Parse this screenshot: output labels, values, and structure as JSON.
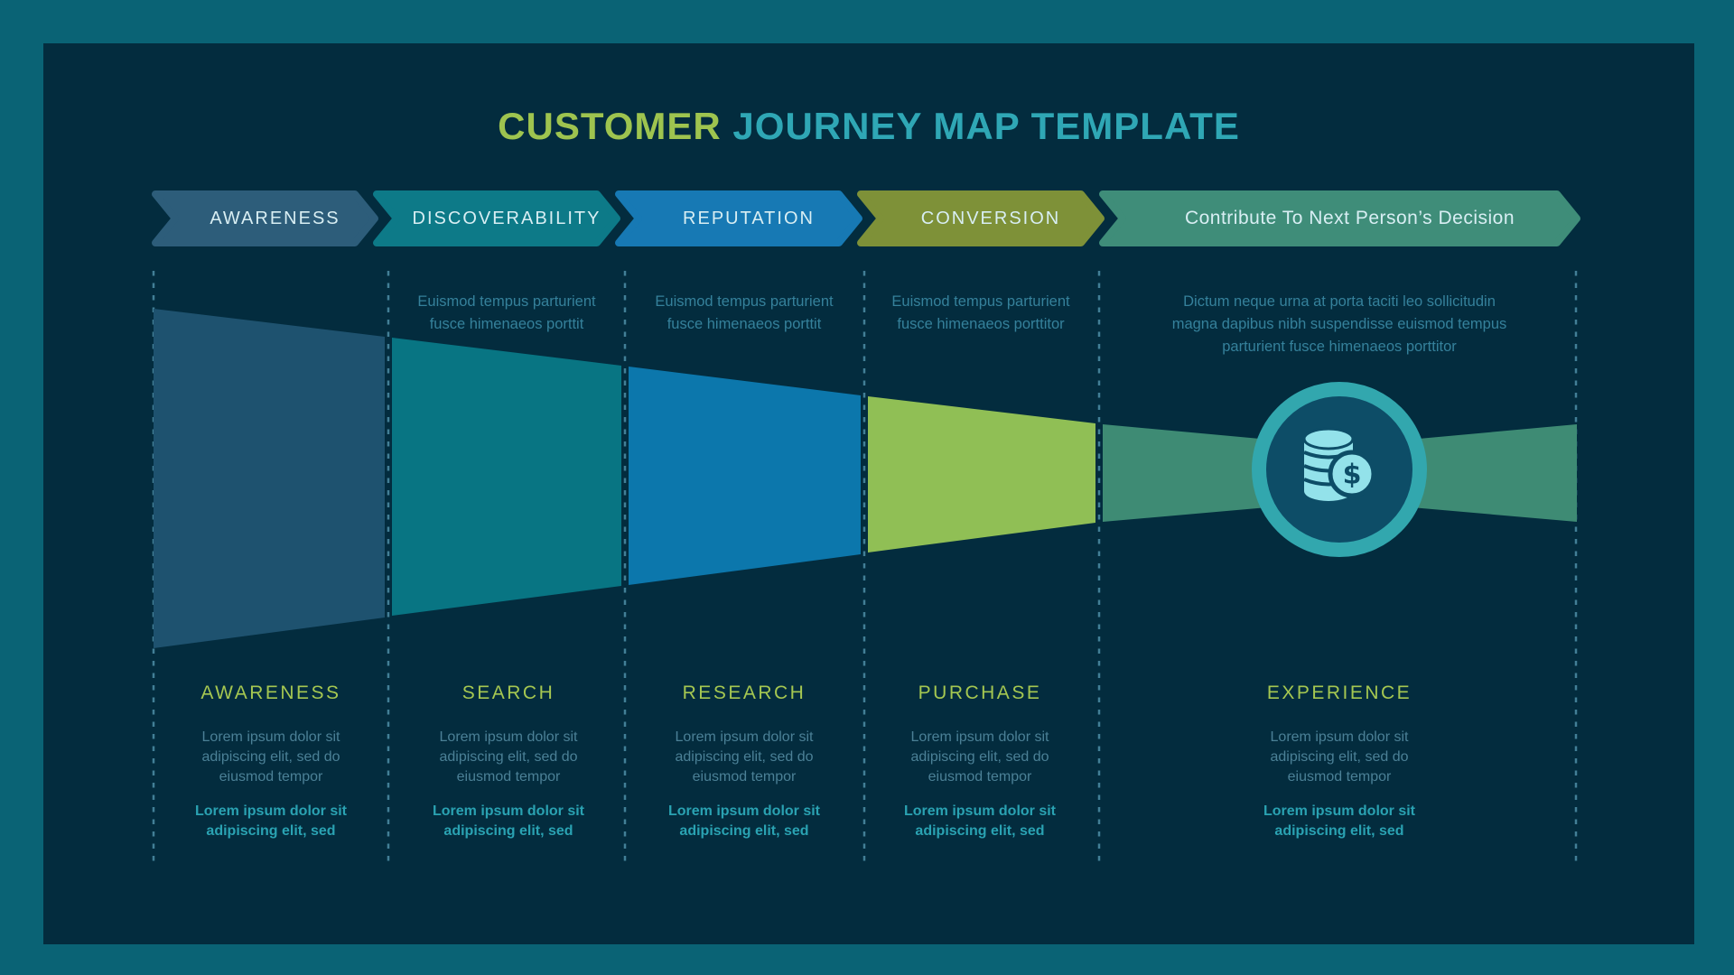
{
  "title": {
    "part1": "CUSTOMER",
    "part2": "JOURNEY MAP TEMPLATE"
  },
  "banners": [
    {
      "label": "AWARENESS",
      "color": "#2d5d7a"
    },
    {
      "label": "DISCOVERABILITY",
      "color": "#0d7a88"
    },
    {
      "label": "REPUTATION",
      "color": "#1779b4"
    },
    {
      "label": "CONVERSION",
      "color": "#7e9138"
    },
    {
      "label": "Contribute To Next Person’s Decision",
      "color": "#3f8d79"
    }
  ],
  "funnel": {
    "segment_colors": [
      "#1e526f",
      "#087583",
      "#0c77ac",
      "#90bf55",
      "#3e8b74"
    ]
  },
  "columns": [
    {
      "top_note": "",
      "label": "AWARENESS",
      "body": "Lorem ipsum dolor sit\nadipiscing elit, sed do\neiusmod tempor",
      "highlight": "Lorem ipsum dolor sit\nadipiscing elit, sed"
    },
    {
      "top_note": "Euismod tempus parturient\nfusce himenaeos porttit",
      "label": "SEARCH",
      "body": "Lorem ipsum dolor sit\nadipiscing elit, sed do\neiusmod tempor",
      "highlight": "Lorem ipsum dolor sit\nadipiscing elit, sed"
    },
    {
      "top_note": "Euismod tempus parturient\nfusce himenaeos porttit",
      "label": "RESEARCH",
      "body": "Lorem ipsum dolor sit\nadipiscing elit, sed do\neiusmod tempor",
      "highlight": "Lorem ipsum dolor sit\nadipiscing elit, sed"
    },
    {
      "top_note": "Euismod tempus parturient\nfusce himenaeos porttitor",
      "label": "PURCHASE",
      "body": "Lorem ipsum dolor sit\nadipiscing elit, sed do\neiusmod tempor",
      "highlight": "Lorem ipsum dolor sit\nadipiscing elit, sed"
    },
    {
      "top_note": "Dictum neque urna at porta taciti leo sollicitudin\nmagna dapibus nibh suspendisse euismod tempus\nparturient fusce himenaeos porttitor",
      "label": "EXPERIENCE",
      "body": "Lorem ipsum dolor sit\nadipiscing elit, sed do\neiusmod tempor",
      "highlight": "Lorem ipsum dolor sit\nadipiscing elit, sed"
    }
  ],
  "icon": {
    "name": "money-coins-icon",
    "dollar_symbol": "$"
  },
  "colors": {
    "frame": "#0a6375",
    "panel": "#032c3e",
    "title_green": "#9ec44f",
    "title_teal": "#2fa7b5",
    "banner_text": "#d8eef3",
    "top_note_text": "#35819b",
    "column_label_green": "#a5c751",
    "body_text": "#4b8096",
    "highlight_text": "#2aa2b2",
    "divider": "#4d8ea6",
    "circle_ring": "#32a7ae",
    "circle_fill": "#0d4d67",
    "coin_icon": "#93e2ea"
  }
}
